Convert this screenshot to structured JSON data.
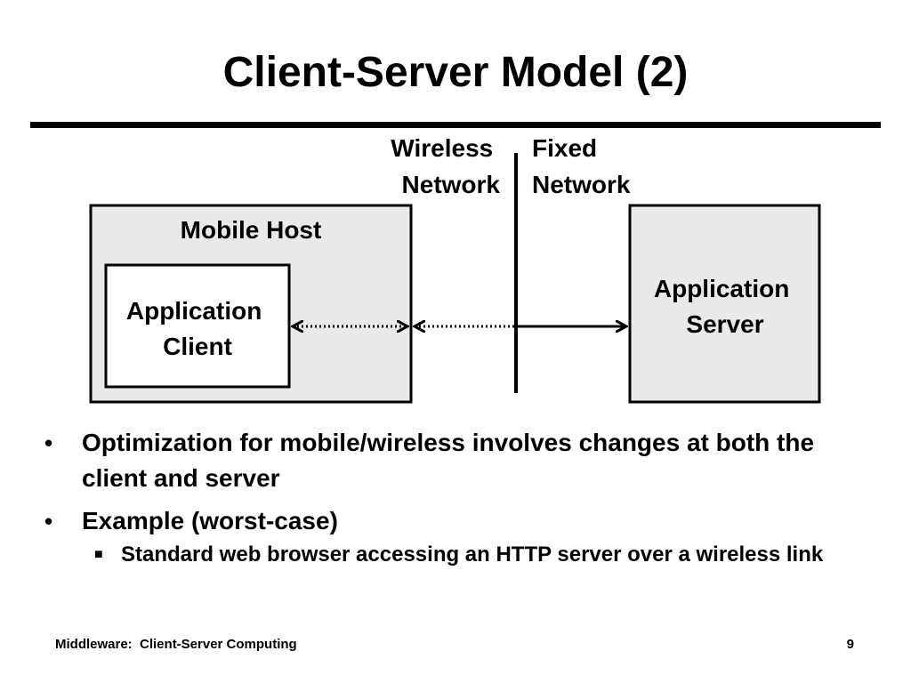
{
  "slide": {
    "title": "Client-Server Model  (2)"
  },
  "diagram": {
    "wireless_network": [
      "Wireless",
      "Network"
    ],
    "fixed_network": [
      "Fixed",
      "Network"
    ],
    "mobile_host": "Mobile Host",
    "application_client": [
      "Application",
      "Client"
    ],
    "application_server": [
      "Application",
      "Server"
    ]
  },
  "bullets": [
    {
      "text": "Optimization for mobile/wireless involves changes at both the client and server",
      "sub": []
    },
    {
      "text": "Example (worst-case)",
      "sub": [
        "Standard web browser accessing an HTTP server over a wireless link"
      ]
    }
  ],
  "footer": {
    "left": "Middleware:  Client-Server Computing",
    "page": "9"
  },
  "icons": {
    "bullet": "•",
    "sub_bullet": "■"
  },
  "colors": {
    "box_fill": "#e9e9e9",
    "inner_box_fill": "#ffffff",
    "line": "#000000"
  }
}
